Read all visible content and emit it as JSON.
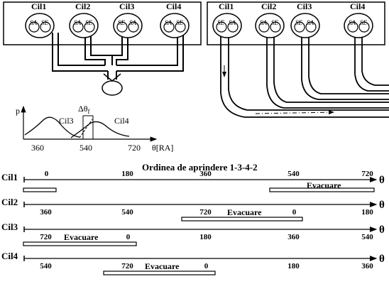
{
  "engine_left": {
    "cylinders": [
      {
        "label": "Cil1",
        "valves": [
          "SA",
          "SE"
        ]
      },
      {
        "label": "Cil2",
        "valves": [
          "SA",
          "SE"
        ]
      },
      {
        "label": "Cil3",
        "valves": [
          "SE",
          "SA"
        ]
      },
      {
        "label": "Cil4",
        "valves": [
          "SA",
          "SE"
        ]
      }
    ]
  },
  "engine_right": {
    "cylinders": [
      {
        "label": "Cil1",
        "valves": [
          "SE",
          "SA"
        ]
      },
      {
        "label": "Cil2",
        "valves": [
          "SA",
          "SE"
        ]
      },
      {
        "label": "Cil3",
        "valves": [
          "SE",
          "SA"
        ]
      },
      {
        "label": "Cil4",
        "valves": [
          "SA",
          "SE"
        ]
      }
    ]
  },
  "pressure_plot": {
    "ylabel": "p",
    "xlabel": "θ[RA]",
    "ticks": [
      "360",
      "540",
      "720"
    ],
    "curve_labels": [
      "Cil3",
      "Cil4"
    ],
    "delta_label": "Δθ",
    "delta_sub": "f"
  },
  "timeline": {
    "title": "Ordinea de aprindere 1-3-4-2",
    "axis_symbol": "θ",
    "rows": [
      {
        "label": "Cil1",
        "ticks": [
          "0",
          "180",
          "360",
          "540",
          "720"
        ],
        "evac_label": "Evacuare"
      },
      {
        "label": "Cil2",
        "ticks": [
          "360",
          "540",
          "720",
          "0",
          "180"
        ],
        "evac_label": "Evacuare"
      },
      {
        "label": "Cil3",
        "ticks": [
          "720",
          "0",
          "180",
          "360",
          "540"
        ],
        "evac_label": "Evacuare"
      },
      {
        "label": "Cil4",
        "ticks": [
          "540",
          "720",
          "0",
          "180",
          "360"
        ],
        "evac_label": "Evacuare"
      }
    ]
  }
}
